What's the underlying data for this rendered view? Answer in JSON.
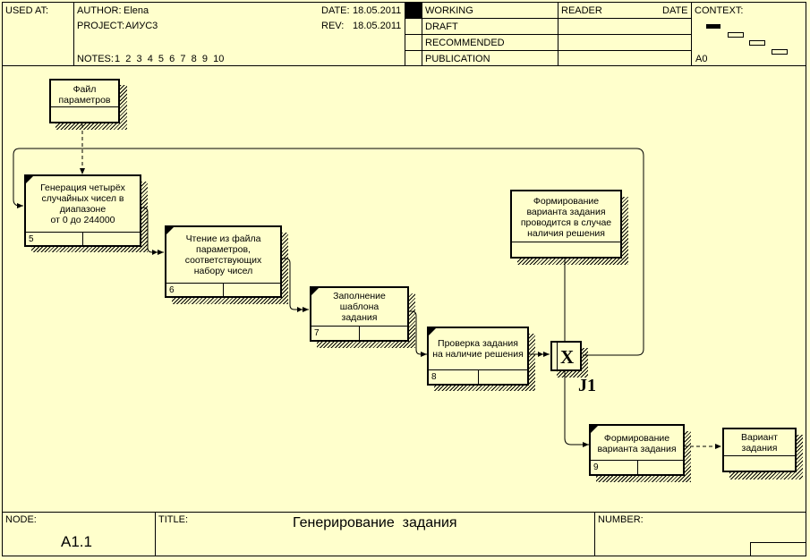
{
  "header": {
    "used_at_label": "USED AT:",
    "author_label": "AUTHOR:",
    "author_value": "Elena",
    "project_label": "PROJECT:",
    "project_value": "АИУС3",
    "date_label": "DATE:",
    "date_value": "18.05.2011",
    "rev_label": "REV:",
    "rev_value": "18.05.2011",
    "notes_label": "NOTES:",
    "notes_value": "1  2  3  4  5  6  7  8  9  10",
    "status": [
      "WORKING",
      "DRAFT",
      "RECOMMENDED",
      "PUBLICATION"
    ],
    "reader_label": "READER",
    "reader_date_label": "DATE",
    "context_label": "CONTEXT:",
    "context_node": "A0"
  },
  "diagram": {
    "params_box": "Файл\nпараметров",
    "boxes": [
      {
        "text": "Генерация четырёх\nслучайных чисел в\nдиапазоне\nот 0 до 244000",
        "num": "5"
      },
      {
        "text": "Чтение из файла\nпараметров,\nсоответствующих\nнабору чисел",
        "num": "6"
      },
      {
        "text": "Заполнение\nшаблона\nзадания",
        "num": "7"
      },
      {
        "text": "Проверка задания\nна наличие решения",
        "num": "8"
      },
      {
        "text": "Формирование\nварианта задания",
        "num": "9"
      }
    ],
    "top_box": "Формирование\nварианта задания\nпроводится в случае\nналичия решения",
    "output_box": "Вариант\nзадания",
    "junction_symbol": "X",
    "junction_label": "J1"
  },
  "footer": {
    "node_label": "NODE:",
    "node_value": "A1.1",
    "title_label": "TITLE:",
    "title_value": "Генерирование  задания",
    "number_label": "NUMBER:"
  }
}
